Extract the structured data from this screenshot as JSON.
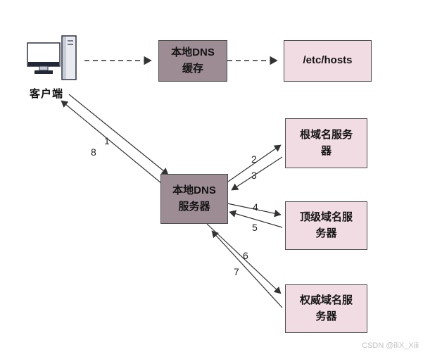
{
  "diagram": {
    "client": {
      "label": "客户端",
      "icon": "computer-icon"
    },
    "nodes": {
      "dns_cache": {
        "lines": [
          "本地DNS",
          "缓存"
        ]
      },
      "etc_hosts": {
        "lines": [
          "/etc/hosts"
        ]
      },
      "root_server": {
        "lines": [
          "根域名服务",
          "器"
        ]
      },
      "local_dns_server": {
        "lines": [
          "本地DNS",
          "服务器"
        ]
      },
      "tld_server": {
        "lines": [
          "顶级域名服",
          "务器"
        ]
      },
      "auth_server": {
        "lines": [
          "权威域名服",
          "务器"
        ]
      }
    },
    "steps": {
      "s1": "1",
      "s2": "2",
      "s3": "3",
      "s4": "4",
      "s5": "5",
      "s6": "6",
      "s7": "7",
      "s8": "8"
    },
    "watermark": "CSDN @iliX_Xiii",
    "colors": {
      "box_gray": "#9d8c94",
      "box_pink": "#f2dce3",
      "border": "#4d4d4d",
      "line": "#333333",
      "background": "#ffffff"
    }
  }
}
